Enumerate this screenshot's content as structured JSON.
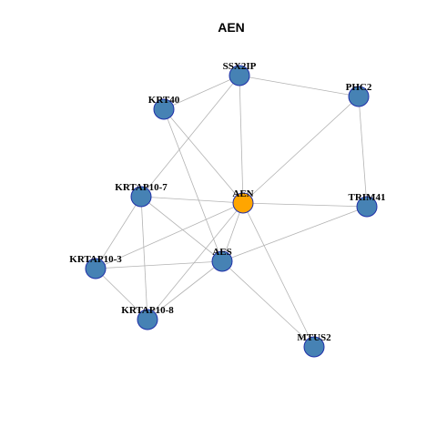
{
  "title": "AEN",
  "colors": {
    "center_node": "#FFA500",
    "node": "#4682B4",
    "node_border": "#1F2FA8",
    "edge": "#B3B3B3"
  },
  "nodes": [
    {
      "id": "SSX2IP",
      "label": "SSX2IP",
      "role": "neighbor"
    },
    {
      "id": "PHC2",
      "label": "PHC2",
      "role": "neighbor"
    },
    {
      "id": "KRT40",
      "label": "KRT40",
      "role": "neighbor"
    },
    {
      "id": "KRTAP10-7",
      "label": "KRTAP10-7",
      "role": "neighbor"
    },
    {
      "id": "AEN",
      "label": "AEN",
      "role": "center"
    },
    {
      "id": "TRIM41",
      "label": "TRIM41",
      "role": "neighbor"
    },
    {
      "id": "AES",
      "label": "AES",
      "role": "neighbor"
    },
    {
      "id": "KRTAP10-3",
      "label": "KRTAP10-3",
      "role": "neighbor"
    },
    {
      "id": "KRTAP10-8",
      "label": "KRTAP10-8",
      "role": "neighbor"
    },
    {
      "id": "MTUS2",
      "label": "MTUS2",
      "role": "neighbor"
    }
  ],
  "edges": [
    [
      "SSX2IP",
      "PHC2"
    ],
    [
      "SSX2IP",
      "KRT40"
    ],
    [
      "SSX2IP",
      "AEN"
    ],
    [
      "SSX2IP",
      "KRTAP10-7"
    ],
    [
      "PHC2",
      "AEN"
    ],
    [
      "PHC2",
      "TRIM41"
    ],
    [
      "KRT40",
      "AEN"
    ],
    [
      "KRT40",
      "AES"
    ],
    [
      "KRTAP10-7",
      "AEN"
    ],
    [
      "KRTAP10-7",
      "AES"
    ],
    [
      "KRTAP10-7",
      "KRTAP10-3"
    ],
    [
      "KRTAP10-7",
      "KRTAP10-8"
    ],
    [
      "AEN",
      "TRIM41"
    ],
    [
      "AEN",
      "AES"
    ],
    [
      "AEN",
      "KRTAP10-3"
    ],
    [
      "AEN",
      "KRTAP10-8"
    ],
    [
      "AEN",
      "MTUS2"
    ],
    [
      "TRIM41",
      "AES"
    ],
    [
      "AES",
      "KRTAP10-3"
    ],
    [
      "AES",
      "KRTAP10-8"
    ],
    [
      "AES",
      "MTUS2"
    ],
    [
      "KRTAP10-3",
      "KRTAP10-8"
    ]
  ]
}
